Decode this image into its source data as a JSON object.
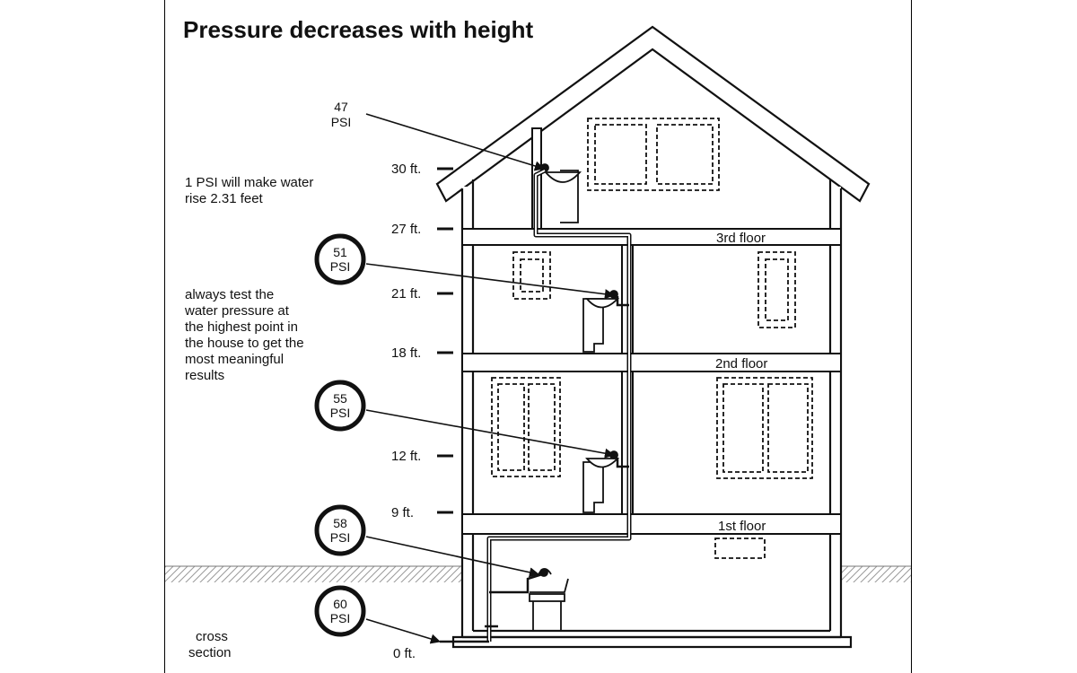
{
  "title": "Pressure decreases with height",
  "notes": {
    "rule_line1": "1 PSI will make water",
    "rule_line2": "rise 2.31 feet",
    "advice_lines": [
      "always test the",
      "water pressure at",
      "the highest point in",
      "the house to get the",
      "most meaningful",
      "results"
    ],
    "cross_section_line1": "cross",
    "cross_section_line2": "section"
  },
  "heights": {
    "h30": "30 ft.",
    "h27": "27 ft.",
    "h21": "21 ft.",
    "h18": "18 ft.",
    "h12": "12 ft.",
    "h9": "9 ft.",
    "h0": "0 ft."
  },
  "pressures": {
    "p47": {
      "value": "47",
      "unit": "PSI"
    },
    "p51": {
      "value": "51",
      "unit": "PSI"
    },
    "p55": {
      "value": "55",
      "unit": "PSI"
    },
    "p58": {
      "value": "58",
      "unit": "PSI"
    },
    "p60": {
      "value": "60",
      "unit": "PSI"
    }
  },
  "floors": {
    "third": "3rd floor",
    "second": "2nd floor",
    "first": "1st floor"
  }
}
